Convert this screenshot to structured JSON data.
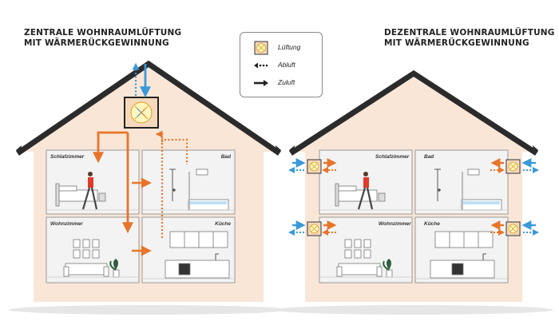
{
  "titles": {
    "left": [
      "ZENTRALE WOHNRAUMLÜFTUNG",
      "MIT WÄRMERÜCKGEWINNUNG"
    ],
    "right": [
      "DEZENTRALE WOHNRAUMLÜFTUNG",
      "MIT WÄRMERÜCKGEWINNUNG"
    ]
  },
  "legend": {
    "lueftung": "Lüftung",
    "abluft": "Abluft",
    "zuluft": "Zuluft"
  },
  "rooms": {
    "schlafzimmer": "Schlafzimmer",
    "bad": "Bad",
    "wohnzimmer": "Wohnzimmer",
    "kueche": "Küche"
  },
  "colors": {
    "abluft": "#e8742a",
    "zuluft": "#3a9ad9",
    "wall": "#f9e6d7",
    "roof": "#2b2b2b",
    "interior": "#f3f3f3"
  }
}
